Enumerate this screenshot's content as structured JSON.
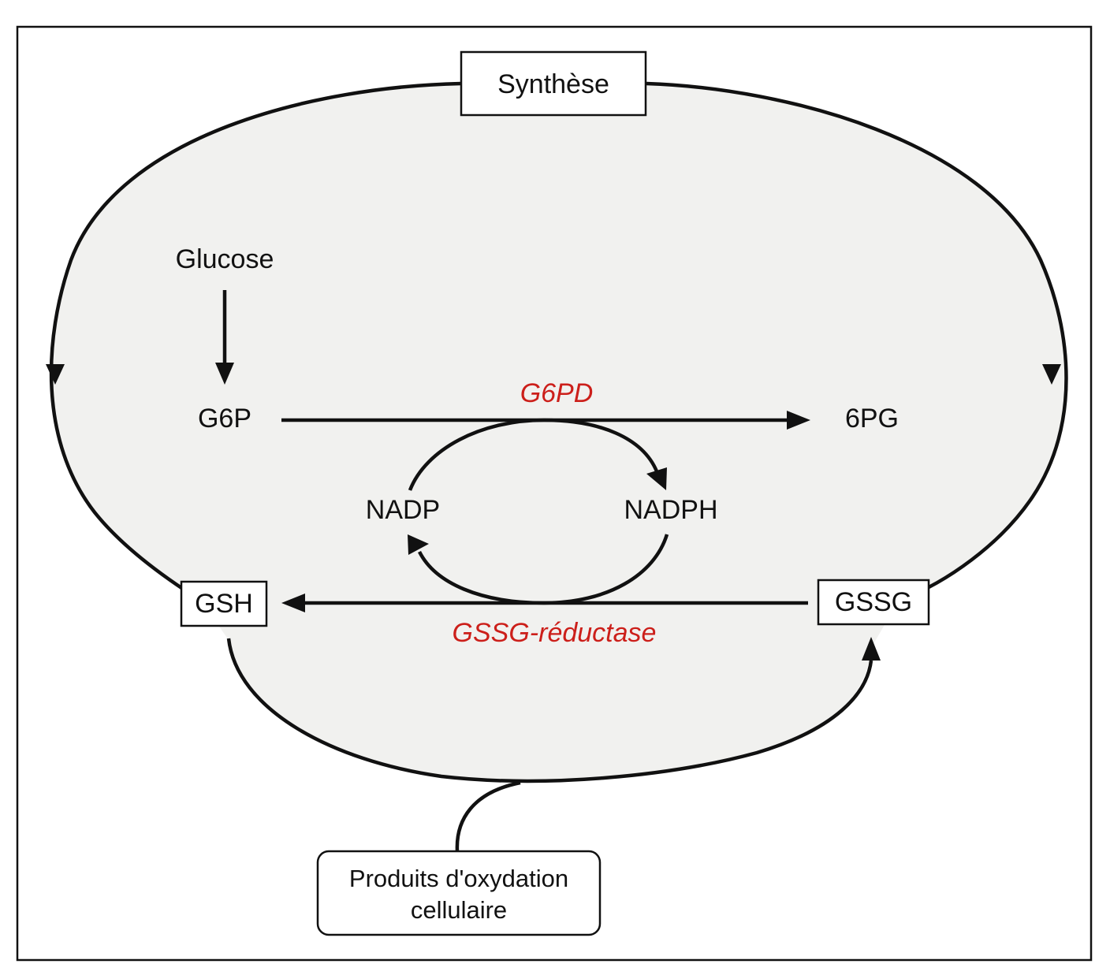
{
  "nodes": {
    "synthese": "Synthèse",
    "glucose": "Glucose",
    "g6p": "G6P",
    "pg6": "6PG",
    "nadp": "NADP",
    "nadph": "NADPH",
    "gsh": "GSH",
    "gssg": "GSSG",
    "produits_line1": "Produits d'oxydation",
    "produits_line2": "cellulaire"
  },
  "enzymes": {
    "g6pd": "G6PD",
    "gssg_reductase": "GSSG-réductase"
  },
  "colors": {
    "background_fill": "#f1f1ef",
    "enzyme_text": "#cc1f1a",
    "line": "#111111"
  }
}
